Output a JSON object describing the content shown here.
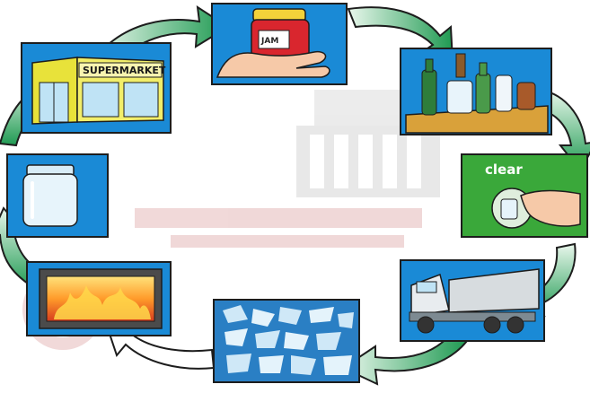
{
  "cycle": {
    "stages": [
      {
        "id": "supermarket",
        "sign": "SUPERMARKET",
        "icon": "supermarket-icon"
      },
      {
        "id": "jam-jar",
        "label": "JAM",
        "icon": "jam-jar-icon"
      },
      {
        "id": "bottle-bin",
        "icon": "bottle-bank-icon"
      },
      {
        "id": "clear-bank",
        "label": "clear",
        "icon": "clear-glass-bank-icon"
      },
      {
        "id": "truck",
        "icon": "truck-icon"
      },
      {
        "id": "cullet",
        "icon": "crushed-glass-icon"
      },
      {
        "id": "furnace",
        "icon": "furnace-icon"
      },
      {
        "id": "new-jar",
        "icon": "empty-jar-icon"
      }
    ]
  },
  "colors": {
    "panel_blue": "#1a8ad6",
    "panel_green": "#3aa83a",
    "arrow_green": "#2fa05a",
    "arrow_light": "#d8f0dc",
    "frame": "#1d1d1d"
  }
}
